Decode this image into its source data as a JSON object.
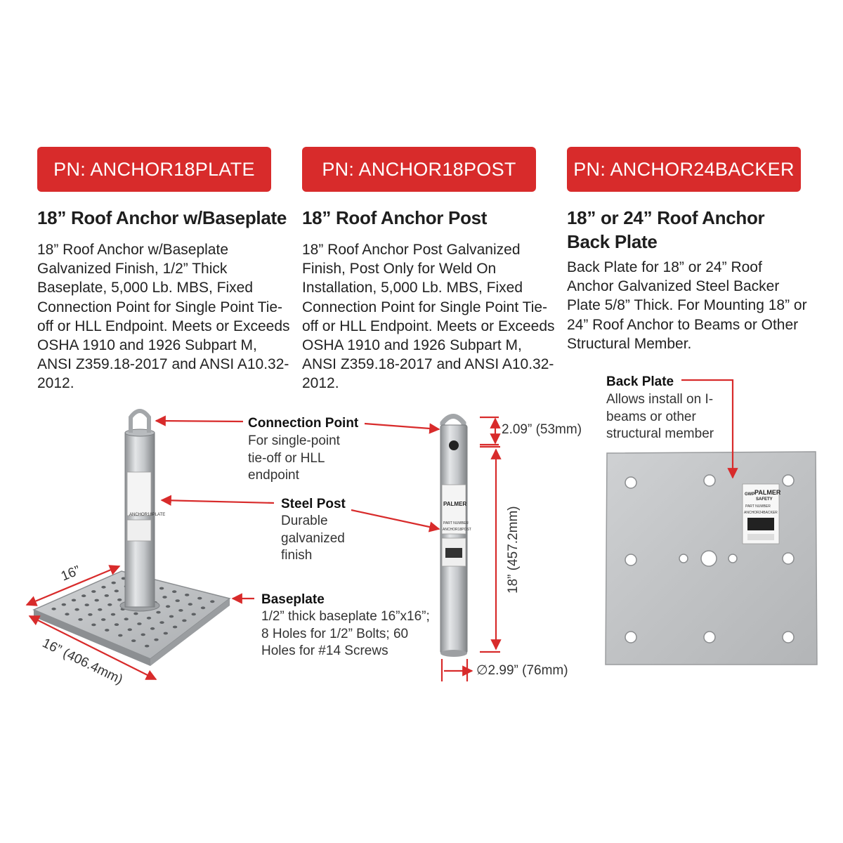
{
  "products": [
    {
      "pn": "PN: ANCHOR18PLATE",
      "title": "18” Roof Anchor w/Baseplate",
      "description": "18” Roof Anchor w/Baseplate Galvanized Finish, 1/2” Thick Baseplate, 5,000 Lb. MBS, Fixed Connection Point for Single Point Tie-off or HLL Endpoint. Meets or Exceeds OSHA 1910 and 1926 Subpart M, ANSI Z359.18-2017 and ANSI A10.32-2012."
    },
    {
      "pn": "PN: ANCHOR18POST",
      "title": "18” Roof Anchor Post",
      "description": "18” Roof Anchor Post Galvanized Finish, Post Only for Weld On Installation, 5,000 Lb. MBS, Fixed Connection Point for Single Point Tie-off or HLL Endpoint. Meets or Exceeds OSHA 1910 and 1926 Subpart M, ANSI Z359.18-2017 and ANSI A10.32-2012."
    },
    {
      "pn": "PN: ANCHOR24BACKER",
      "title": "18” or 24” Roof Anchor Back Plate",
      "description": "Back Plate for 18” or 24” Roof Anchor Galvanized Steel Backer Plate 5/8” Thick. For Mounting 18” or 24” Roof Anchor to Beams or Other Structural Member."
    }
  ],
  "callouts": {
    "connection_point": {
      "title": "Connection Point",
      "body": "For single-point tie-off or HLL endpoint"
    },
    "steel_post": {
      "title": "Steel Post",
      "body": "Durable galvanized finish"
    },
    "baseplate": {
      "title": "Baseplate",
      "body": "1/2” thick baseplate 16”x16”; 8 Holes for 1/2” Bolts; 60 Holes for #14 Screws"
    },
    "back_plate": {
      "title": "Back Plate",
      "body": "Allows install on I-beams or other structural member"
    }
  },
  "dimensions": {
    "plate_depth": "16”",
    "plate_width": "16” (406.4mm)",
    "ring_height": "2.09” (53mm)",
    "post_length": "18” (457.2mm)",
    "post_diameter": "∅2.99” (76mm)"
  },
  "labels": {
    "brand_prefix": "GWP",
    "brand_line1": "PALMER",
    "brand_line2": "SAFETY",
    "part_number_heading": "PART NUMBER",
    "post_tag_part": "ANCHOR18POST",
    "backer_tag_part": "ANCHOR24BACKER"
  },
  "colors": {
    "accent": "#d82b2b",
    "steel": "#c4c6c8",
    "text": "#1f1f1f"
  }
}
